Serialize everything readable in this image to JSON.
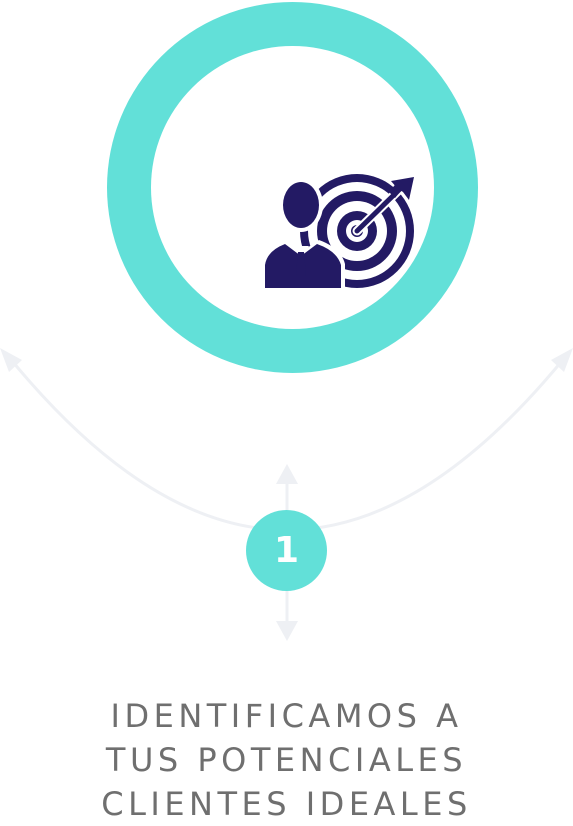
{
  "step": {
    "number": "1"
  },
  "caption": {
    "lines": [
      "IDENTIFICAMOS A",
      "TUS POTENCIALES",
      "CLIENTES IDEALES"
    ]
  },
  "icon": {
    "name": "businessman-target-icon"
  },
  "colors": {
    "accent": "#62e0d8",
    "icon": "#231a64",
    "connector": "#eef0f4",
    "text": "#6f6f6f",
    "background": "#ffffff"
  }
}
